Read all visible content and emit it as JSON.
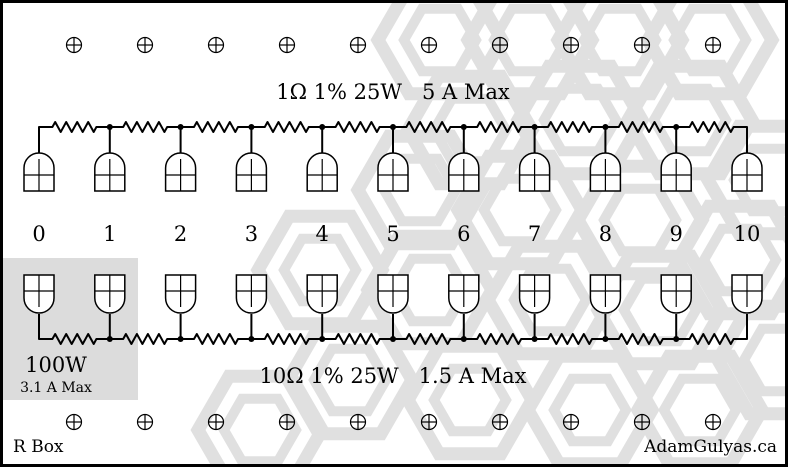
{
  "panel": {
    "top_spec": "1Ω 1% 25W   5 A Max",
    "bottom_spec": "10Ω 1% 25W   1.5 A Max",
    "terminal_labels": [
      "0",
      "1",
      "2",
      "3",
      "4",
      "5",
      "6",
      "7",
      "8",
      "9",
      "10"
    ],
    "power_rating": "100W",
    "current_rating": "3.1 A Max",
    "product_name": "R Box",
    "website": "AdamGulyas.ca"
  },
  "colors": {
    "background": "#ffffff",
    "hex_pattern": "#e0e0e0",
    "label_box": "#dcdcdc",
    "ink": "#000000"
  },
  "icons": {
    "mounting_hole": "circle-plus-icon",
    "terminal": "banana-jack-icon",
    "resistor": "zigzag-resistor-icon"
  }
}
